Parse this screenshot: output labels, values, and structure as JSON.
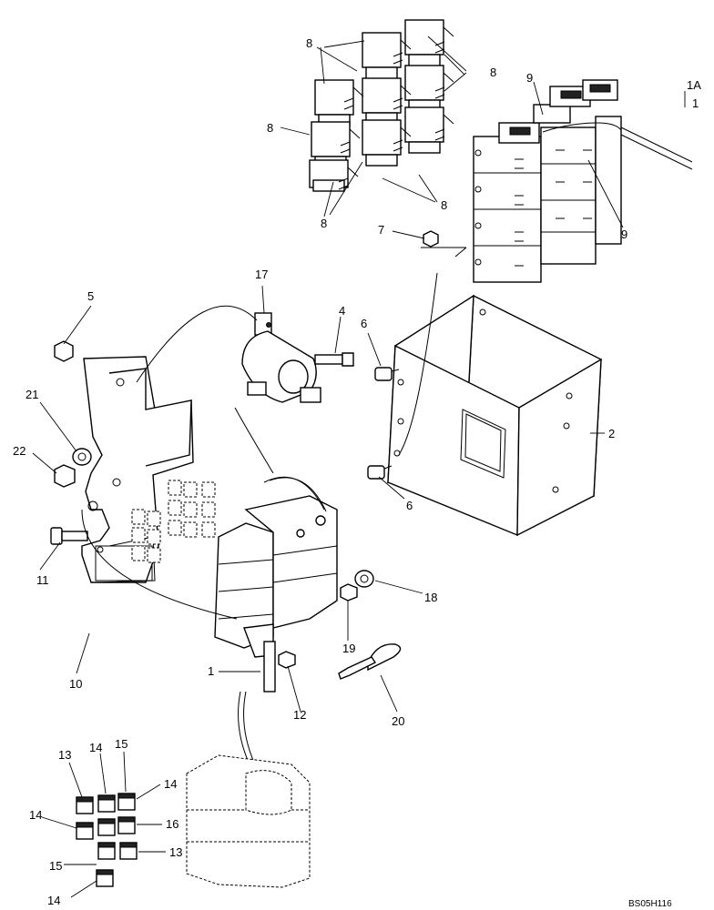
{
  "drawing_code": "BS05H116",
  "callouts": {
    "c1": "1",
    "c1b": "1",
    "c1a": "1A",
    "c2": "2",
    "c4": "4",
    "c5": "5",
    "c6a": "6",
    "c6b": "6",
    "c7": "7",
    "c8a": "8",
    "c8b": "8",
    "c8c": "8",
    "c8d": "8",
    "c8e": "8",
    "c9a": "9",
    "c9b": "9",
    "c10": "10",
    "c11": "11",
    "c12": "12",
    "c13a": "13",
    "c13b": "13",
    "c14a": "14",
    "c14b": "14",
    "c14c": "14",
    "c14d": "14",
    "c15a": "15",
    "c15b": "15",
    "c16": "16",
    "c17": "17",
    "c18": "18",
    "c19": "19",
    "c20": "20",
    "c21": "21",
    "c22": "22"
  }
}
